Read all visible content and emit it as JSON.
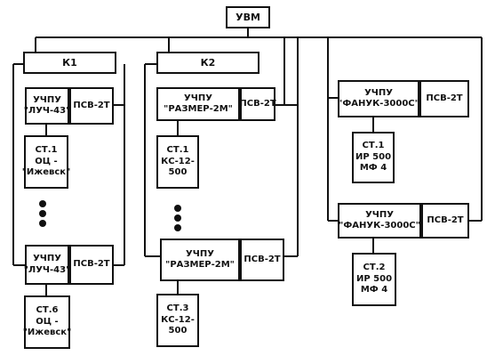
{
  "diagram": {
    "uvm": "УВМ",
    "k1": "К1",
    "k2": "К2",
    "branch1": {
      "uchpu_top": "УЧПУ\n\"ЛУЧ-43\"",
      "psv_top": "ПСВ-2Т",
      "st_top": "СТ.1\nОЦ -\n\"Ижевск\"",
      "uchpu_bottom": "УЧПУ\n\"ЛУЧ-43\"",
      "psv_bottom": "ПСВ-2Т",
      "st_bottom": "СТ.6\nОЦ -\n\"Ижевск\""
    },
    "branch2": {
      "uchpu_top": "УЧПУ\n\"РАЗМЕР-2М\"",
      "psv_top": "ПСВ-2Т",
      "st_top": "СТ.1\nКС-12-\n500",
      "uchpu_bottom": "УЧПУ\n\"РАЗМЕР-2М\"",
      "psv_bottom": "ПСВ-2Т",
      "st_bottom": "СТ.3\nКС-12-\n500"
    },
    "branch3": {
      "uchpu_top": "УЧПУ\n\"ФАНУК-3000С\"",
      "psv_top": "ПСВ-2Т",
      "st_top": "СТ.1\nИР 500\nМФ 4",
      "uchpu_bottom": "УЧПУ\n\"ФАНУК-3000С\"",
      "psv_bottom": "ПСВ-2Т",
      "st_bottom": "СТ.2\nИР 500\nМФ 4"
    }
  }
}
